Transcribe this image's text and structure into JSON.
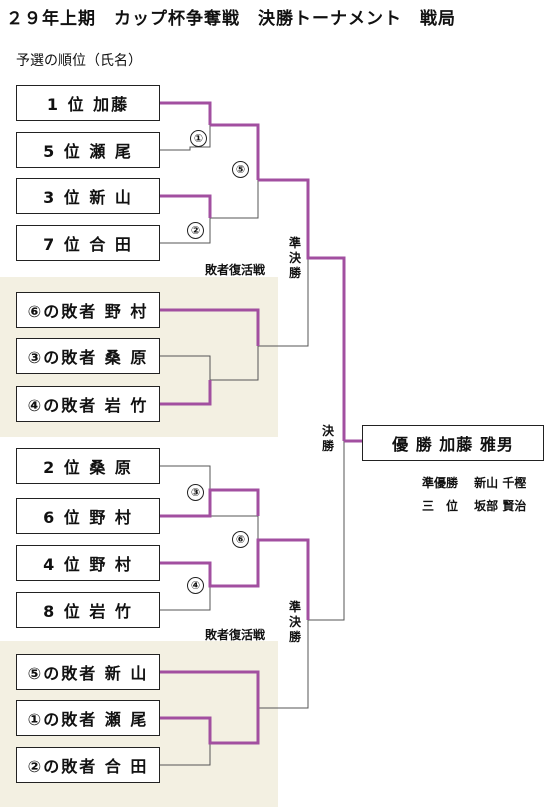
{
  "title": "２９年上期　カップ杯争奪戦　決勝トーナメント　戦局",
  "subtitle": "予選の順位（氏名）",
  "entries": [
    "1 位 加藤",
    "5 位 瀬 尾",
    "3 位 新 山",
    "7 位 合 田",
    "⑥の敗者 野 村",
    "③の敗者 桑 原",
    "④の敗者 岩 竹",
    "2 位 桑 原",
    "6 位 野 村",
    "4 位 野 村",
    "8 位 岩 竹",
    "⑤の敗者 新 山",
    "①の敗者 瀬 尾",
    "②の敗者 合 田"
  ],
  "matches": [
    "①",
    "②",
    "⑤",
    "③",
    "④",
    "⑥"
  ],
  "labels": {
    "repechage": "敗者復活戦",
    "semifinal": "準決勝",
    "final": "決勝"
  },
  "champion": "優 勝  加藤 雅男",
  "results": {
    "runner_up": "準優勝　 新山 千樫",
    "third": "三　位　 坂部 賢治"
  },
  "colors": {
    "winner_line": "#a24fa0",
    "line": "#555555",
    "panel": "#f3f0e2"
  }
}
